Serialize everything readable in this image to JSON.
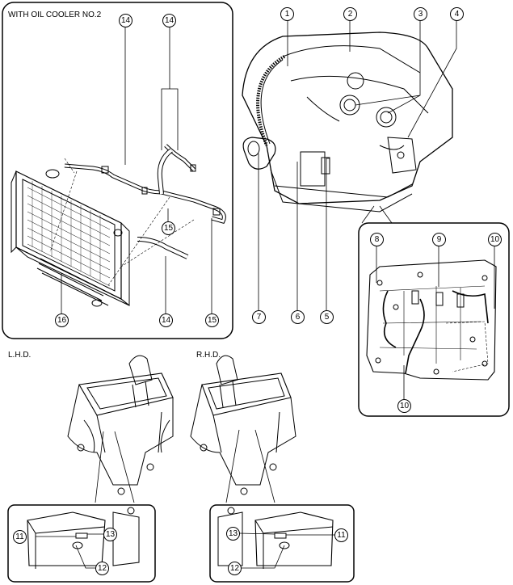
{
  "insets": {
    "oil_cooler_title": "WITH OIL COOLER NO.2",
    "lhd_title": "L.H.D.",
    "rhd_title": "R.H.D."
  },
  "callouts": {
    "c1": "1",
    "c2": "2",
    "c3": "3",
    "c4": "4",
    "c5": "5",
    "c6": "6",
    "c7": "7",
    "c8": "8",
    "c9": "9",
    "c10": "10",
    "c11": "11",
    "c12": "12",
    "c13": "13",
    "c14": "14",
    "c15": "15",
    "c16": "16"
  }
}
